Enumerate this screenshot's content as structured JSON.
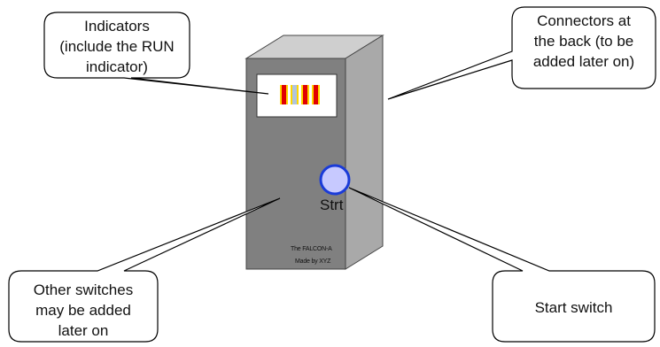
{
  "callouts": {
    "indicators": "Indicators\n(include the RUN\nindicator)",
    "connectors": "Connectors at\nthe back (to be\nadded later on)",
    "other_switches": "Other switches\nmay be added\nlater on",
    "start_switch": "Start switch"
  },
  "device": {
    "switch_label": "Strt",
    "name_line1": "The FALCON-A",
    "name_line2": "Made by XYZ",
    "indicator_colors": [
      "#e10000",
      "#b0c4de",
      "#e10000",
      "#e10000"
    ]
  },
  "colors": {
    "case_front": "#808080",
    "case_side": "#a9a9a9",
    "case_top": "#cfcfcf",
    "indicator_bar": "#ffd800",
    "button": "#c7c9ff",
    "button_border": "#1a3bd8"
  }
}
